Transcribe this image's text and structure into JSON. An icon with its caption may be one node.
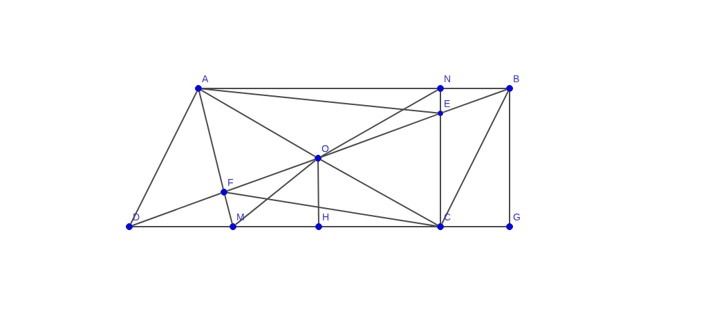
{
  "diagram": {
    "nodes": [
      {
        "text": [],
        "shape": "circle",
        "beside": [
          "A"
        ]
      },
      {
        "text": [],
        "shape": "circle",
        "beside": [
          "N"
        ]
      },
      {
        "text": [],
        "shape": "circle",
        "beside": [
          "B"
        ]
      },
      {
        "text": [],
        "shape": "circle",
        "beside": [
          "E"
        ]
      },
      {
        "text": [],
        "shape": "circle",
        "beside": [
          "O"
        ]
      },
      {
        "text": [],
        "shape": "circle",
        "beside": [
          "F"
        ]
      },
      {
        "text": [],
        "shape": "circle",
        "beside": [
          "D"
        ]
      },
      {
        "text": [],
        "shape": "circle",
        "beside": [
          "M"
        ]
      },
      {
        "text": [],
        "shape": "circle",
        "beside": [
          "H"
        ]
      },
      {
        "text": [],
        "shape": "circle",
        "beside": [
          "C"
        ]
      },
      {
        "text": [],
        "shape": "circle",
        "beside": [
          "G"
        ]
      }
    ],
    "edges": [
      {
        "from": 0,
        "to": 1,
        "arrow": "none"
      },
      {
        "from": 1,
        "to": 2,
        "arrow": "none"
      },
      {
        "from": 0,
        "to": 6,
        "arrow": "none"
      },
      {
        "from": 0,
        "to": 5,
        "arrow": "none"
      },
      {
        "from": 5,
        "to": 7,
        "arrow": "none"
      },
      {
        "from": 0,
        "to": 3,
        "arrow": "none"
      },
      {
        "from": 0,
        "to": 4,
        "arrow": "none"
      },
      {
        "from": 4,
        "to": 9,
        "arrow": "none"
      },
      {
        "from": 1,
        "to": 4,
        "arrow": "none"
      },
      {
        "from": 4,
        "to": 7,
        "arrow": "none"
      },
      {
        "from": 2,
        "to": 3,
        "arrow": "none"
      },
      {
        "from": 3,
        "to": 4,
        "arrow": "none"
      },
      {
        "from": 4,
        "to": 5,
        "arrow": "none"
      },
      {
        "from": 5,
        "to": 6,
        "arrow": "none"
      },
      {
        "from": 1,
        "to": 3,
        "arrow": "none"
      },
      {
        "from": 3,
        "to": 9,
        "arrow": "none"
      },
      {
        "from": 2,
        "to": 9,
        "arrow": "none"
      },
      {
        "from": 2,
        "to": 10,
        "arrow": "none"
      },
      {
        "from": 4,
        "to": 8,
        "arrow": "none"
      },
      {
        "from": 5,
        "to": 9,
        "arrow": "none"
      },
      {
        "from": 6,
        "to": 7,
        "arrow": "none"
      },
      {
        "from": 7,
        "to": 8,
        "arrow": "none"
      },
      {
        "from": 8,
        "to": 9,
        "arrow": "none"
      },
      {
        "from": 9,
        "to": 10,
        "arrow": "none"
      }
    ]
  }
}
